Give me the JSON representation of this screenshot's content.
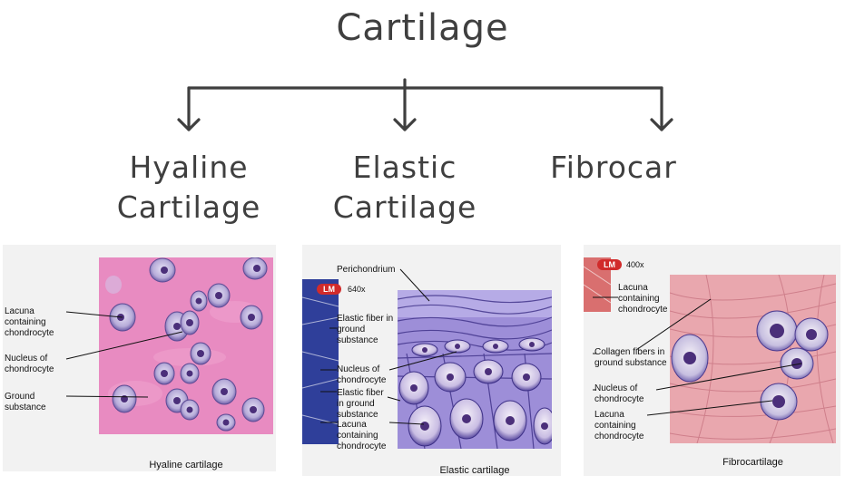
{
  "title": "Cartilage",
  "branches": [
    {
      "line1": "Hyaline",
      "line2": "Cartilage"
    },
    {
      "line1": "Elastic",
      "line2": "Cartilage"
    },
    {
      "line1": "Fibrocar",
      "line2": ""
    }
  ],
  "panels": {
    "hyaline": {
      "caption": "Hyaline cartilage",
      "labels": [
        "Lacuna containing chondrocyte",
        "Nucleus of chondrocyte",
        "Ground substance"
      ]
    },
    "elastic": {
      "caption": "Elastic cartilage",
      "lm": "LM",
      "magnification": "640x",
      "labels": [
        "Perichondrium",
        "Elastic fiber in ground substance",
        "Nucleus of chondrocyte",
        "Elastic fiber in ground substance",
        "Lacuna containing chondrocyte"
      ]
    },
    "fibro": {
      "caption": "Fibrocartilage",
      "lm": "LM",
      "magnification": "400x",
      "labels": [
        "Lacuna containing chondrocyte",
        "Collagen fibers in ground substance",
        "Nucleus of chondrocyte",
        "Lacuna containing chondrocyte"
      ]
    }
  },
  "colors": {
    "tree": "#3f3f3f",
    "hyaline_matrix": "#e88bc1",
    "elastic_matrix": "#9d8ed8",
    "fibro_matrix": "#e9a7ae",
    "cell_nucleus": "#4b2f7a",
    "lm_badge": "#d12b2b"
  }
}
